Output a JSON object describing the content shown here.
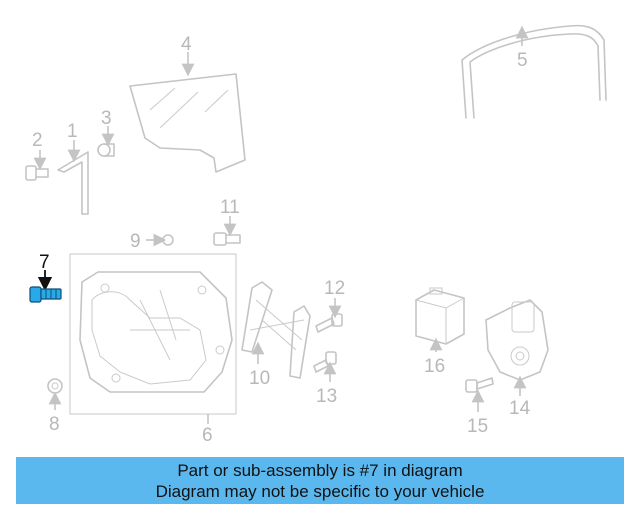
{
  "callouts": {
    "c1": "1",
    "c2": "2",
    "c3": "3",
    "c4": "4",
    "c5": "5",
    "c6": "6",
    "c7": "7",
    "c8": "8",
    "c9": "9",
    "c10": "10",
    "c11": "11",
    "c12": "12",
    "c13": "13",
    "c14": "14",
    "c15": "15",
    "c16": "16"
  },
  "highlighted_part": "7",
  "colors": {
    "highlight_part": "#29a9e8",
    "banner_bg": "#5bb8ee",
    "ghost_lines": "#c4c4c4"
  },
  "banner": {
    "line1": "Part or sub-assembly is #7 in diagram",
    "line2": "Diagram may not be specific to your vehicle"
  }
}
